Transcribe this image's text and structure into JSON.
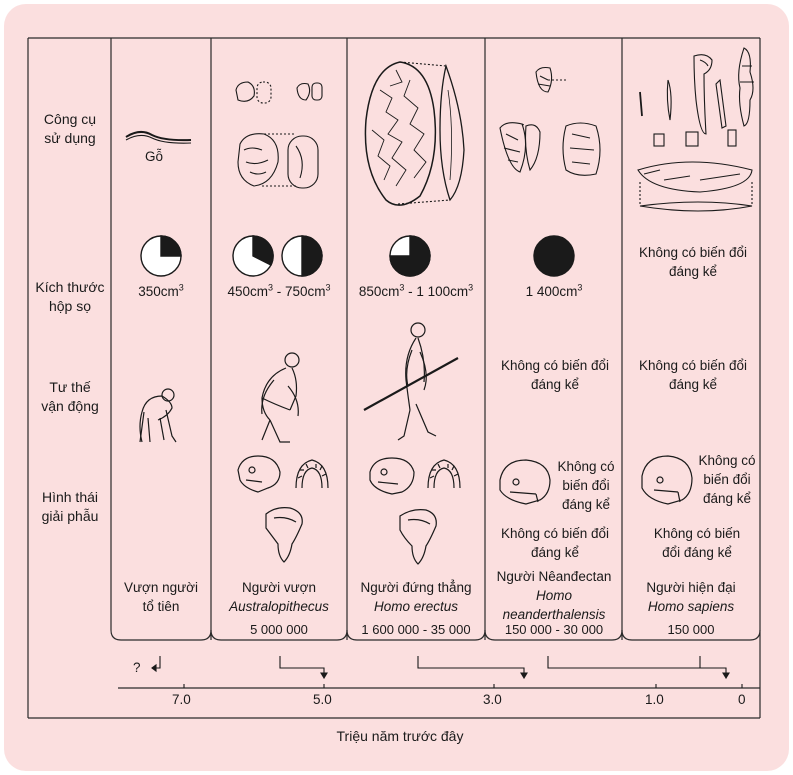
{
  "rows": {
    "tools": [
      "Công cụ",
      "sử dụng"
    ],
    "skull_size": [
      "Kích thước",
      "hộp sọ"
    ],
    "posture": [
      "Tư thế",
      "vận động"
    ],
    "anatomy": [
      "Hình thái",
      "giải phẫu"
    ]
  },
  "tool_labels": {
    "col1": "Gỗ"
  },
  "skull_sizes": {
    "col1": {
      "text": "350cm",
      "sup": "3"
    },
    "col2": {
      "text_a": "450cm",
      "sup_a": "3",
      "text_b": " - 750cm",
      "sup_b": "3"
    },
    "col3": {
      "text_a": "850cm",
      "sup_a": "3",
      "text_b": " - 1 100cm",
      "sup_b": "3"
    },
    "col4": {
      "text": "1 400cm",
      "sup": "3"
    }
  },
  "no_change_text": "Không có biến đổi đáng kể",
  "no_change_short": [
    "Không có",
    "biến đổi",
    "đáng kể"
  ],
  "species": [
    {
      "line1": "Vượn người",
      "line2": "tổ tiên",
      "italic": false
    },
    {
      "line1": "Người vượn",
      "line2": "Australopithecus",
      "italic": true
    },
    {
      "line1": "Người đứng thẳng",
      "line2": "Homo erectus",
      "italic": true
    },
    {
      "line1": "Người Nêanđectan",
      "line2": "Homo",
      "line3": "neanderthalensis",
      "italic": true
    },
    {
      "line1": "Người hiện đại",
      "line2": "Homo sapiens",
      "italic": true
    }
  ],
  "time_ranges": [
    "5 000 000",
    "1 600 000 - 35 000",
    "150 000 - 30 000",
    "150 000"
  ],
  "unknown_marker": "?",
  "axis": {
    "ticks": [
      "7.0",
      "5.0",
      "3.0",
      "1.0",
      "0"
    ],
    "title": "Triệu năm trước đây"
  },
  "colors": {
    "panel": "#fbdfdf",
    "ink": "#1a1a1a"
  }
}
